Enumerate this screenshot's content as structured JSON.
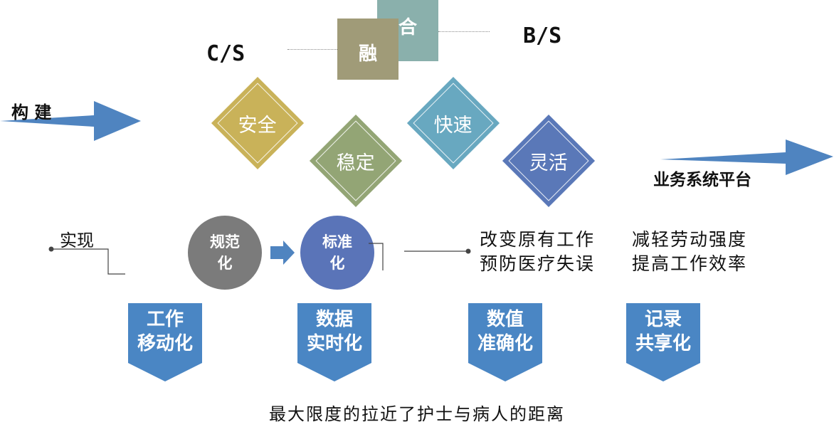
{
  "top": {
    "rong": "融",
    "he": "合",
    "cs": "C/S",
    "bs": "B/S"
  },
  "left": {
    "build": "构 建"
  },
  "right": {
    "platform": "业务系统平台"
  },
  "diamonds": [
    {
      "label": "安全",
      "color": "#c9b259"
    },
    {
      "label": "稳定",
      "color": "#93a575"
    },
    {
      "label": "快速",
      "color": "#68a8c0"
    },
    {
      "label": "灵活",
      "color": "#5a78b8"
    }
  ],
  "middle": {
    "realize": "实现",
    "circle1": [
      "规范",
      "化"
    ],
    "circle2": [
      "标准",
      "化"
    ],
    "benefits_col1": [
      "改变原有工作",
      "预防医疗失误"
    ],
    "benefits_col2": [
      "减轻劳动强度",
      "提高工作效率"
    ]
  },
  "chevrons": [
    {
      "line1": "工作",
      "line2": "移动化"
    },
    {
      "line1": "数据",
      "line2": "实时化"
    },
    {
      "line1": "数值",
      "line2": "准确化"
    },
    {
      "line1": "记录",
      "line2": "共享化"
    }
  ],
  "footer": "最大限度的拉近了护士与病人的距离",
  "colors": {
    "arrow": "#4f84c0",
    "chevron": "#4a86c4",
    "circle_gray": "#7b7b7b",
    "circle_blue": "#5a74b8"
  }
}
